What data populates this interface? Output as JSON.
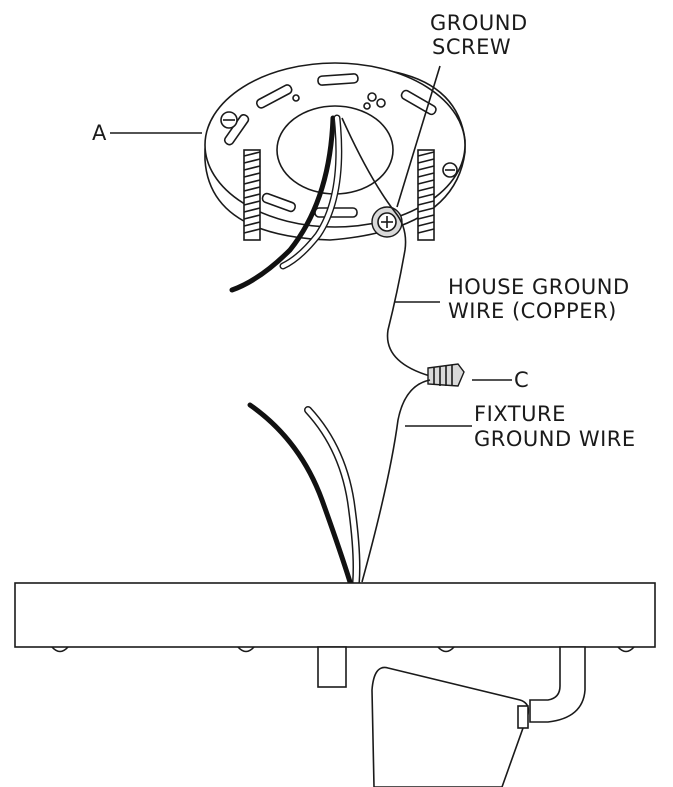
{
  "labels": {
    "ground_screw_1": "GROUND",
    "ground_screw_2": "SCREW",
    "a": "A",
    "house_ground_1": "HOUSE GROUND",
    "house_ground_2": "WIRE (COPPER)",
    "c": "C",
    "fixture_ground_1": "FIXTURE",
    "fixture_ground_2": "GROUND WIRE"
  },
  "colors": {
    "line": "#1a1a1a",
    "background": "#ffffff",
    "wire_black": "#111111",
    "connector_gray": "#d9d9d9"
  }
}
